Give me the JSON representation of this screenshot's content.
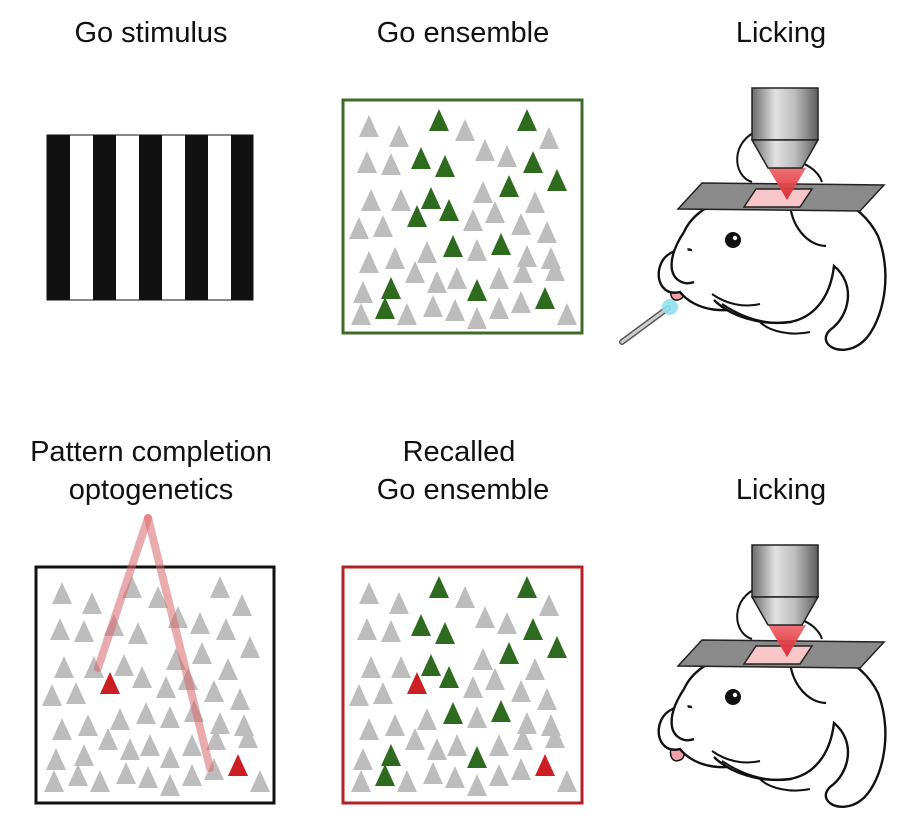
{
  "labels": {
    "go_stimulus": "Go stimulus",
    "go_ensemble": "Go ensemble",
    "licking_top": "Licking",
    "pattern_line1": "Pattern completion",
    "pattern_line2": "optogenetics",
    "recalled_line1": "Recalled",
    "recalled_line2": "Go ensemble",
    "licking_bottom": "Licking"
  },
  "colors": {
    "go_ensemble_border": "#3f6b2a",
    "recalled_border": "#b52025",
    "opto_border": "#111111",
    "neuron_active": "#2f6b1e",
    "neuron_inactive": "#bdbdbd",
    "neuron_stimulated": "#cc1f24",
    "laser_beam": "#e58a8f",
    "objective_gray": "#8f8f8f",
    "water_drop": "#8fe0f0",
    "tongue": "#f2a0a8"
  },
  "icons": {
    "grating": "vertical-grating-icon",
    "microscope": "microscope-objective-icon",
    "mouse": "head-fixed-mouse-icon",
    "lick_spout": "lick-spout-icon",
    "laser": "laser-beam-icon"
  }
}
